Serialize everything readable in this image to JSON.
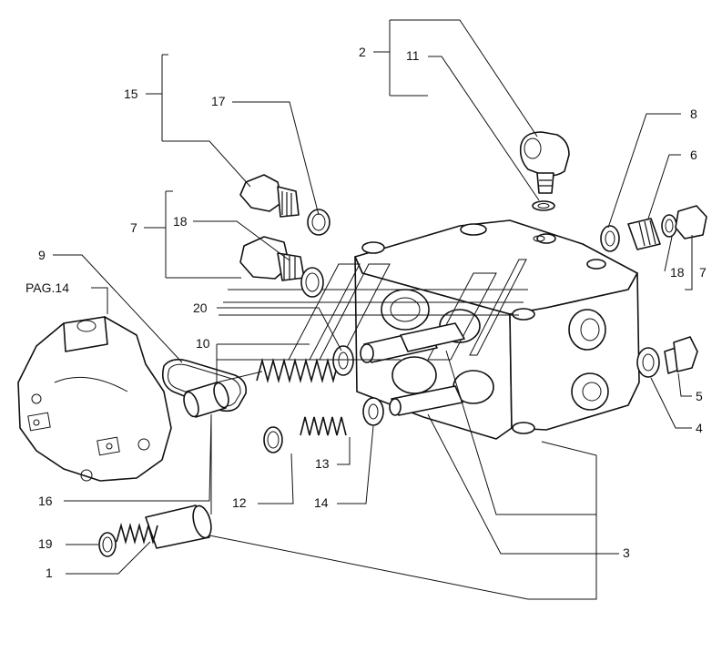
{
  "labels": {
    "l1": "1",
    "l2": "2",
    "l3": "3",
    "l4": "4",
    "l5": "5",
    "l6": "6",
    "l7a": "7",
    "l7b": "7",
    "l8": "8",
    "l9": "9",
    "l10": "10",
    "l11": "11",
    "l12": "12",
    "l13": "13",
    "l14": "14",
    "l15": "15",
    "l16": "16",
    "l17": "17",
    "l18a": "18",
    "l18b": "18",
    "l19": "19",
    "l20": "20",
    "pag": "PAG.14"
  }
}
